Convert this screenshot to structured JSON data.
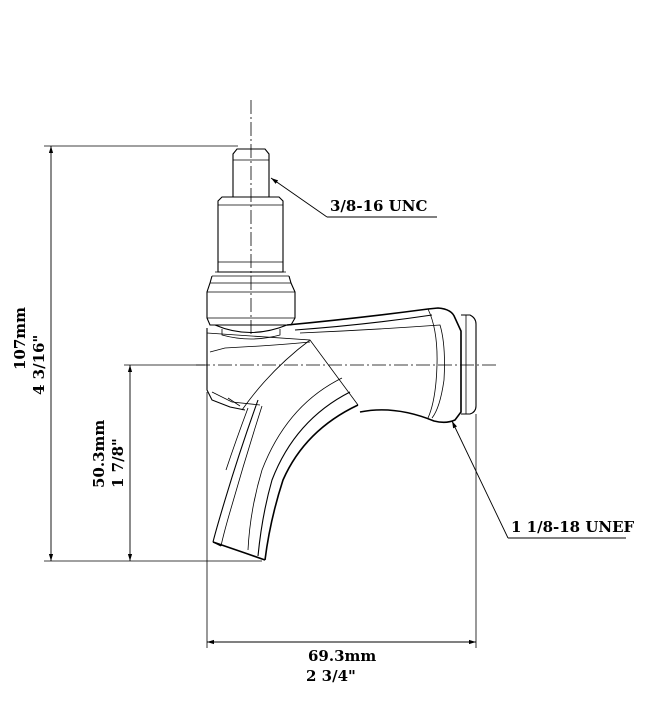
{
  "callouts": {
    "stem_thread": "3/8-16 UNC",
    "shank_thread": "1 1/8-18 UNEF"
  },
  "dimensions": {
    "overall_height_mm": "107mm",
    "overall_height_in": "4 3/16\"",
    "spout_height_mm": "50.3mm",
    "spout_height_in": "1 7/8\"",
    "length_mm": "69.3mm",
    "length_in": "2 3/4\""
  }
}
